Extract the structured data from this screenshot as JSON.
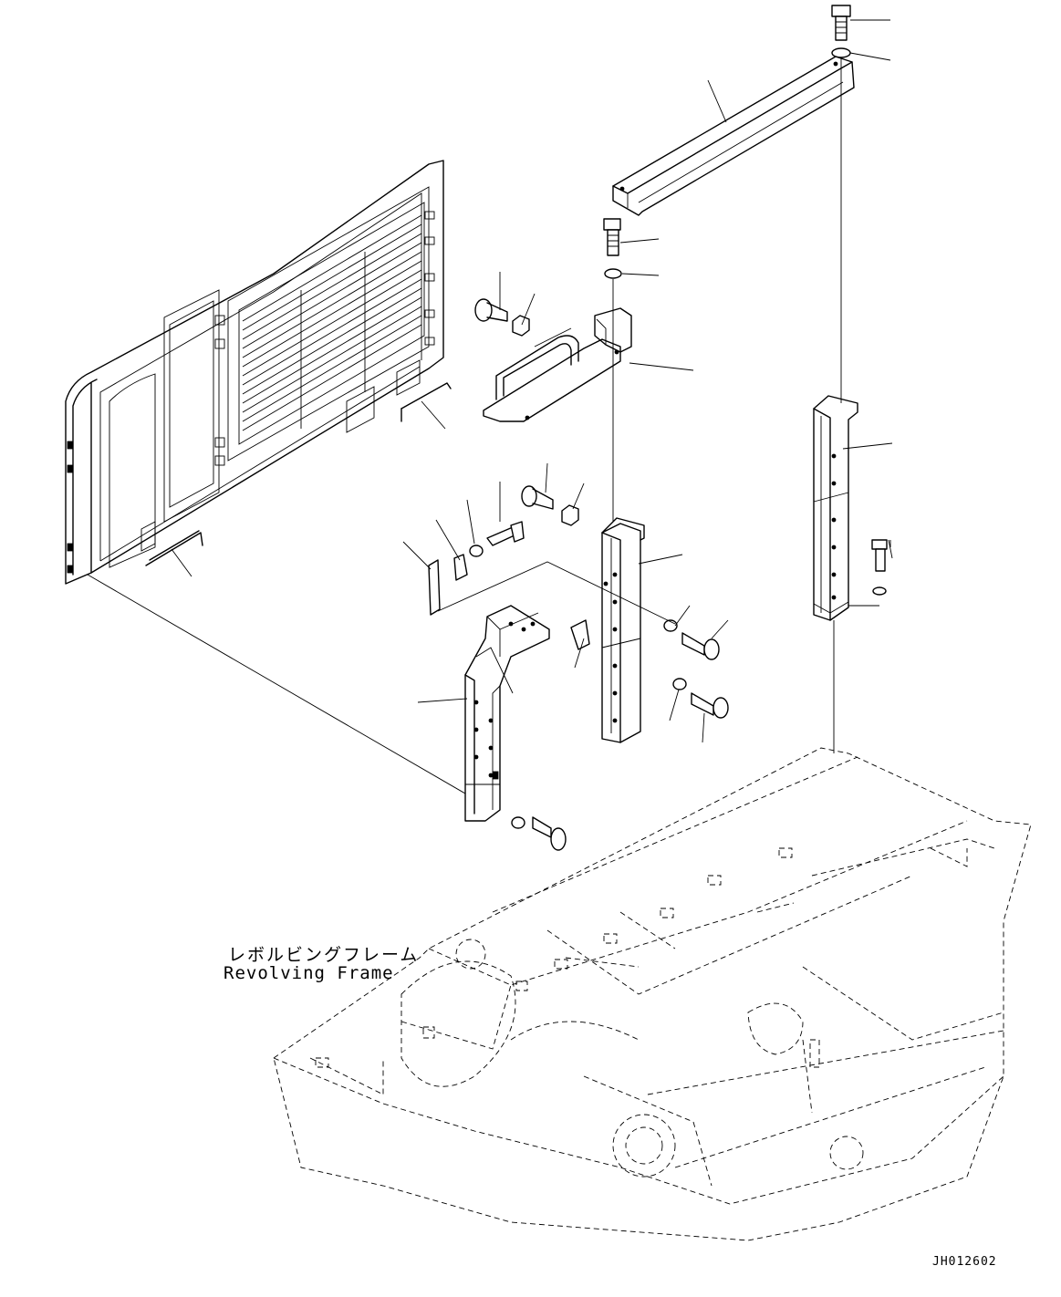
{
  "diagram": {
    "callout_jp": "レボルビングフレーム",
    "callout_en": "Revolving Frame",
    "drawing_id": "JH012602"
  }
}
